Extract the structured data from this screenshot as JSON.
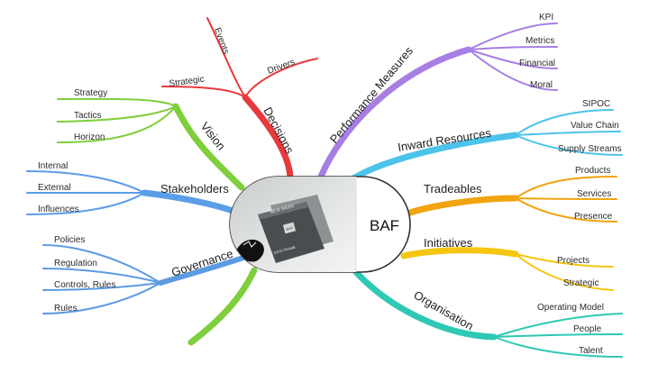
{
  "colors": {
    "vision": "#7fce3c",
    "decisions": "#e8393d",
    "performance": "#a77fe3",
    "inward": "#4cc3ea",
    "tradeables": "#f2a310",
    "initiatives": "#f4c611",
    "organisation": "#2fc8b4",
    "stakeholders": "#5b9de8",
    "governance": "#5c9ae2",
    "governance_thick": "#7fce3c"
  },
  "center": {
    "label": "BAF",
    "image_icon": "book-photo-icon",
    "book_text": [
      "NEW WEEK",
      "BAF",
      "DATA FRAME"
    ]
  },
  "branches": {
    "vision": {
      "label": "Vision",
      "leaves": [
        "Strategy",
        "Tactics",
        "Horizon"
      ]
    },
    "decisions": {
      "label": "Decisions",
      "leaves": [
        "Events",
        "Drivers",
        "Strategic"
      ]
    },
    "performance": {
      "label": "Performance Measures",
      "leaves": [
        "KPI",
        "Metrics",
        "Financial",
        "Moral"
      ]
    },
    "inward": {
      "label": "Inward Resources",
      "leaves": [
        "SIPOC",
        "Value Chain",
        "Supply Streams"
      ]
    },
    "tradeables": {
      "label": "Tradeables",
      "leaves": [
        "Products",
        "Services",
        "Presence"
      ]
    },
    "initiatives": {
      "label": "Initiatives",
      "leaves": [
        "Projects",
        "Strategic"
      ]
    },
    "organisation": {
      "label": "Organisation",
      "leaves": [
        "Operating Model",
        "People",
        "Talent"
      ]
    },
    "stakeholders": {
      "label": "Stakeholders",
      "leaves": [
        "Internal",
        "External",
        "Influences"
      ]
    },
    "governance": {
      "label": "Governance",
      "leaves": [
        "Policies",
        "Regulation",
        "Controls, Rules",
        "Rules"
      ]
    }
  }
}
